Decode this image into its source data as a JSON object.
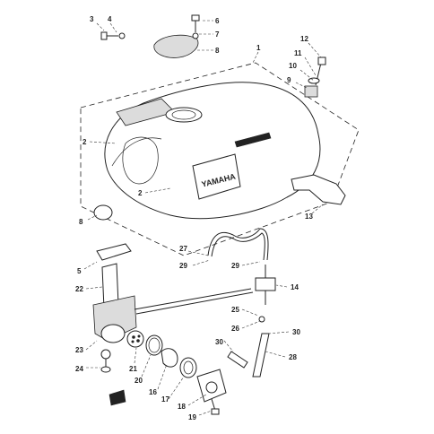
{
  "diagram": {
    "callouts": [
      {
        "id": "c3",
        "text": "3"
      },
      {
        "id": "c4",
        "text": "4"
      },
      {
        "id": "c6",
        "text": "6"
      },
      {
        "id": "c7",
        "text": "7"
      },
      {
        "id": "c8top",
        "text": "8"
      },
      {
        "id": "c1",
        "text": "1"
      },
      {
        "id": "c12",
        "text": "12"
      },
      {
        "id": "c11",
        "text": "11"
      },
      {
        "id": "c10",
        "text": "10"
      },
      {
        "id": "c9",
        "text": "9"
      },
      {
        "id": "c2a",
        "text": "2"
      },
      {
        "id": "c2b",
        "text": "2"
      },
      {
        "id": "c8b",
        "text": "8"
      },
      {
        "id": "c13",
        "text": "13"
      },
      {
        "id": "c27",
        "text": "27"
      },
      {
        "id": "c29a",
        "text": "29"
      },
      {
        "id": "c29b",
        "text": "29"
      },
      {
        "id": "c5",
        "text": "5"
      },
      {
        "id": "c22",
        "text": "22"
      },
      {
        "id": "c14",
        "text": "14"
      },
      {
        "id": "c25",
        "text": "25"
      },
      {
        "id": "c26",
        "text": "26"
      },
      {
        "id": "c30a",
        "text": "30"
      },
      {
        "id": "c30b",
        "text": "30"
      },
      {
        "id": "c23",
        "text": "23"
      },
      {
        "id": "c28",
        "text": "28"
      },
      {
        "id": "c24",
        "text": "24"
      },
      {
        "id": "c21",
        "text": "21"
      },
      {
        "id": "c20",
        "text": "20"
      },
      {
        "id": "c16",
        "text": "16"
      },
      {
        "id": "c17",
        "text": "17"
      },
      {
        "id": "c18",
        "text": "18"
      },
      {
        "id": "c19",
        "text": "19"
      }
    ],
    "tank_logo": "YAMAHA"
  }
}
